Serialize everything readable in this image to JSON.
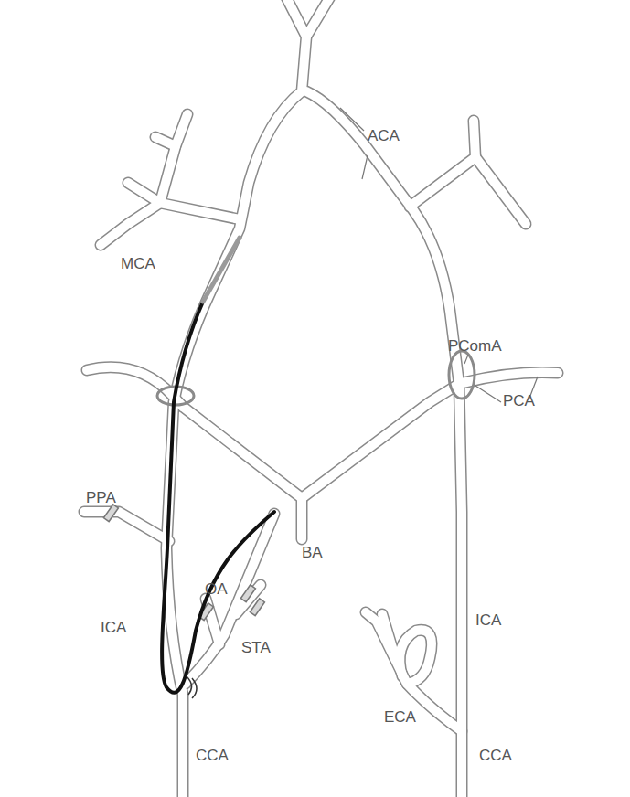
{
  "diagram": {
    "labels": [
      "ACA",
      "MCA",
      "PComA",
      "PCA",
      "PPA",
      "ICA",
      "OA",
      "BA",
      "STA",
      "ECA",
      "ICA",
      "CCA",
      "CCA"
    ]
  }
}
